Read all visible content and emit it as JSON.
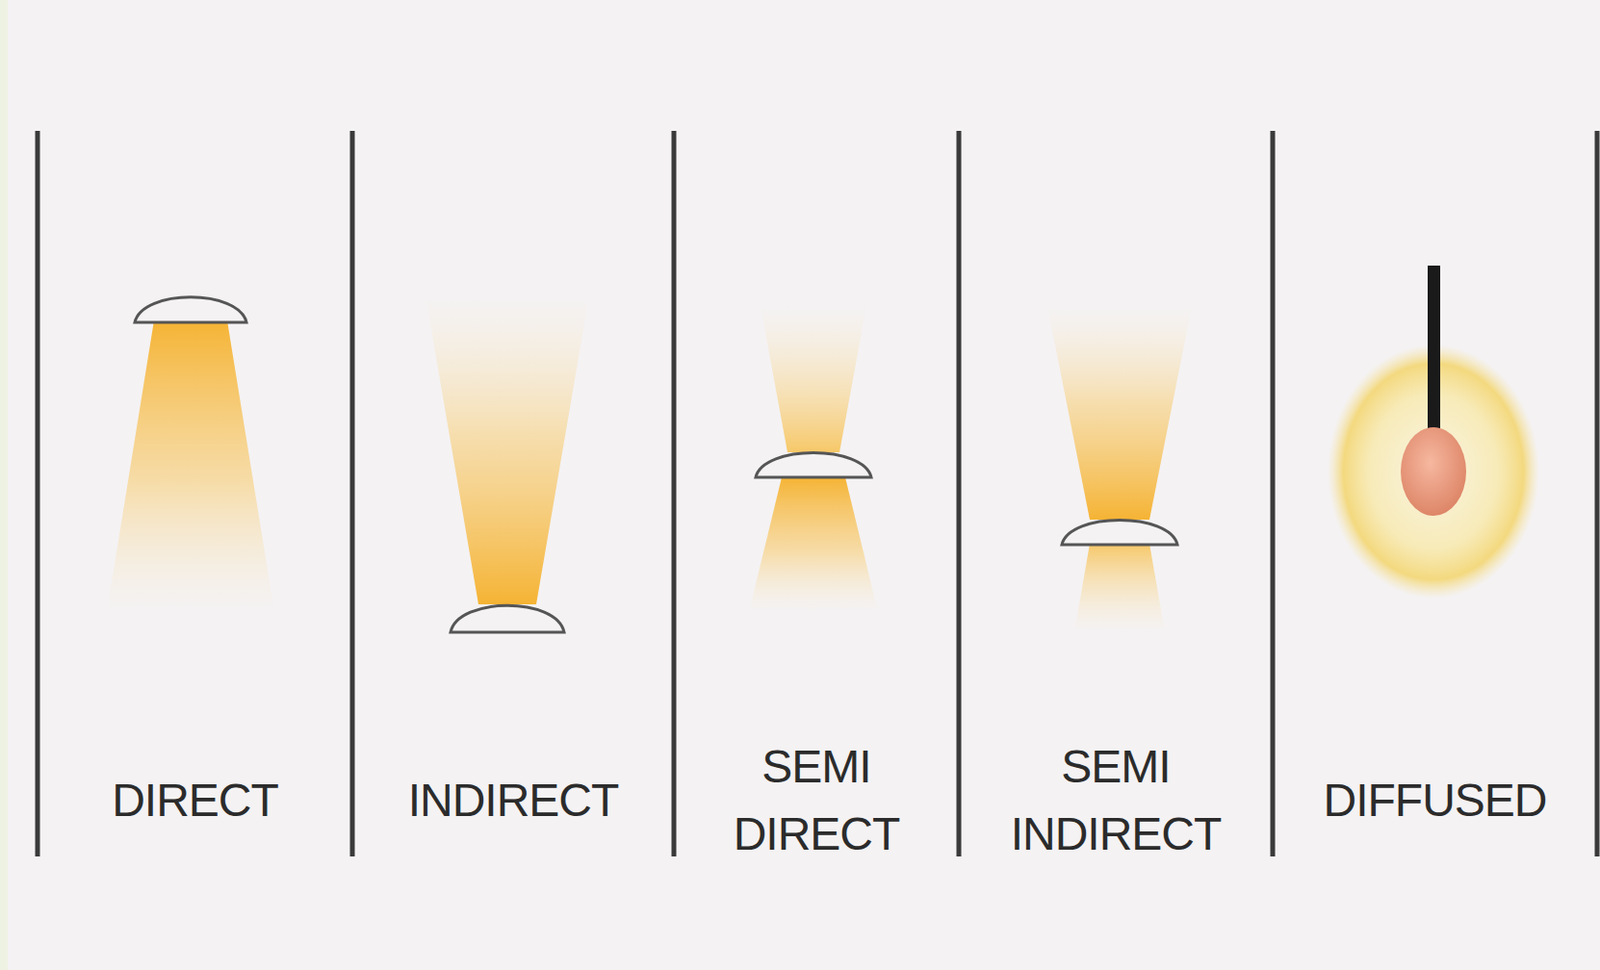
{
  "diagram": {
    "labels": [
      "DIRECT",
      "INDIRECT",
      "SEMI DIRECT",
      "SEMI INDIRECT",
      "DIFFUSED"
    ]
  }
}
